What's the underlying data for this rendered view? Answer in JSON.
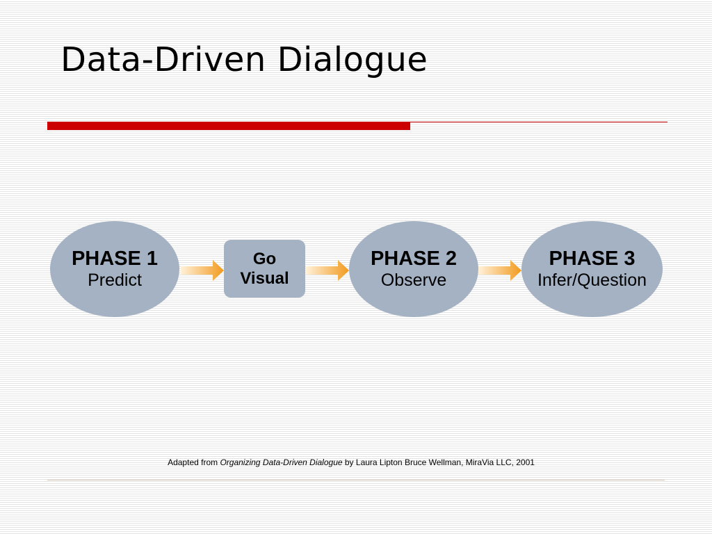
{
  "slide": {
    "title": "Data-Driven Dialogue"
  },
  "diagram": {
    "phase1": {
      "name": "PHASE 1",
      "sub": "Predict"
    },
    "go_visual": {
      "line1": "Go",
      "line2": "Visual"
    },
    "phase2": {
      "name": "PHASE 2",
      "sub": "Observe"
    },
    "phase3": {
      "name": "PHASE 3",
      "sub": "Infer/Question"
    }
  },
  "footer": {
    "prefix": "Adapted from ",
    "book": "Organizing Data-Driven Dialogue",
    "suffix": " by Laura Lipton Bruce Wellman, MiraVia LLC, 2001"
  },
  "colors": {
    "accent_rule": "#cc0000",
    "shape_fill": "#a4b2c3",
    "arrow_orange": "#f5a623"
  }
}
